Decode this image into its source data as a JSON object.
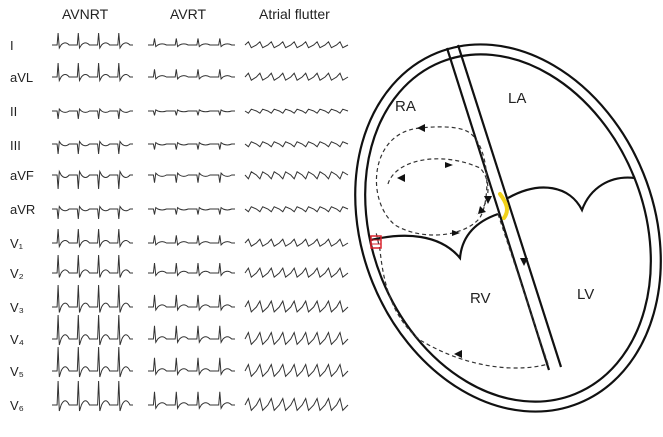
{
  "columns": [
    "AVNRT",
    "AVRT",
    "Atrial flutter"
  ],
  "leads": [
    "I",
    "aVL",
    "II",
    "III",
    "aVF",
    "aVR",
    "V₁",
    "V₂",
    "V₃",
    "V₄",
    "V₅",
    "V₆"
  ],
  "chambers": {
    "ra": "RA",
    "la": "LA",
    "rv": "RV",
    "lv": "LV"
  },
  "colors": {
    "trace": "#333333",
    "accessory_pathway": "#f2d21b",
    "ablation_marker": "#d9232d"
  }
}
